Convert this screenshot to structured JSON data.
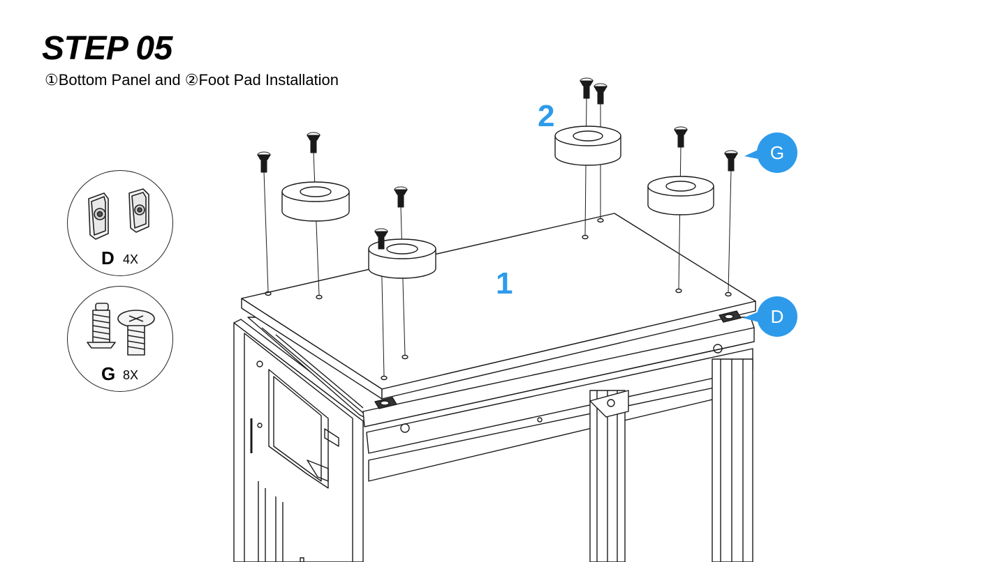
{
  "header": {
    "step_title": "STEP 05",
    "subtitle": "①Bottom Panel and ②Foot Pad Installation"
  },
  "parts": [
    {
      "letter": "D",
      "qty": "4X",
      "icon": "t-nut-icon"
    },
    {
      "letter": "G",
      "qty": "8X",
      "icon": "countersunk-screw-icon"
    }
  ],
  "callouts": {
    "g": "G",
    "d": "D"
  },
  "step_labels": {
    "panel": "1",
    "foot_pad": "2"
  },
  "colors": {
    "accent": "#2e9bea",
    "line": "#1a1a1a"
  }
}
